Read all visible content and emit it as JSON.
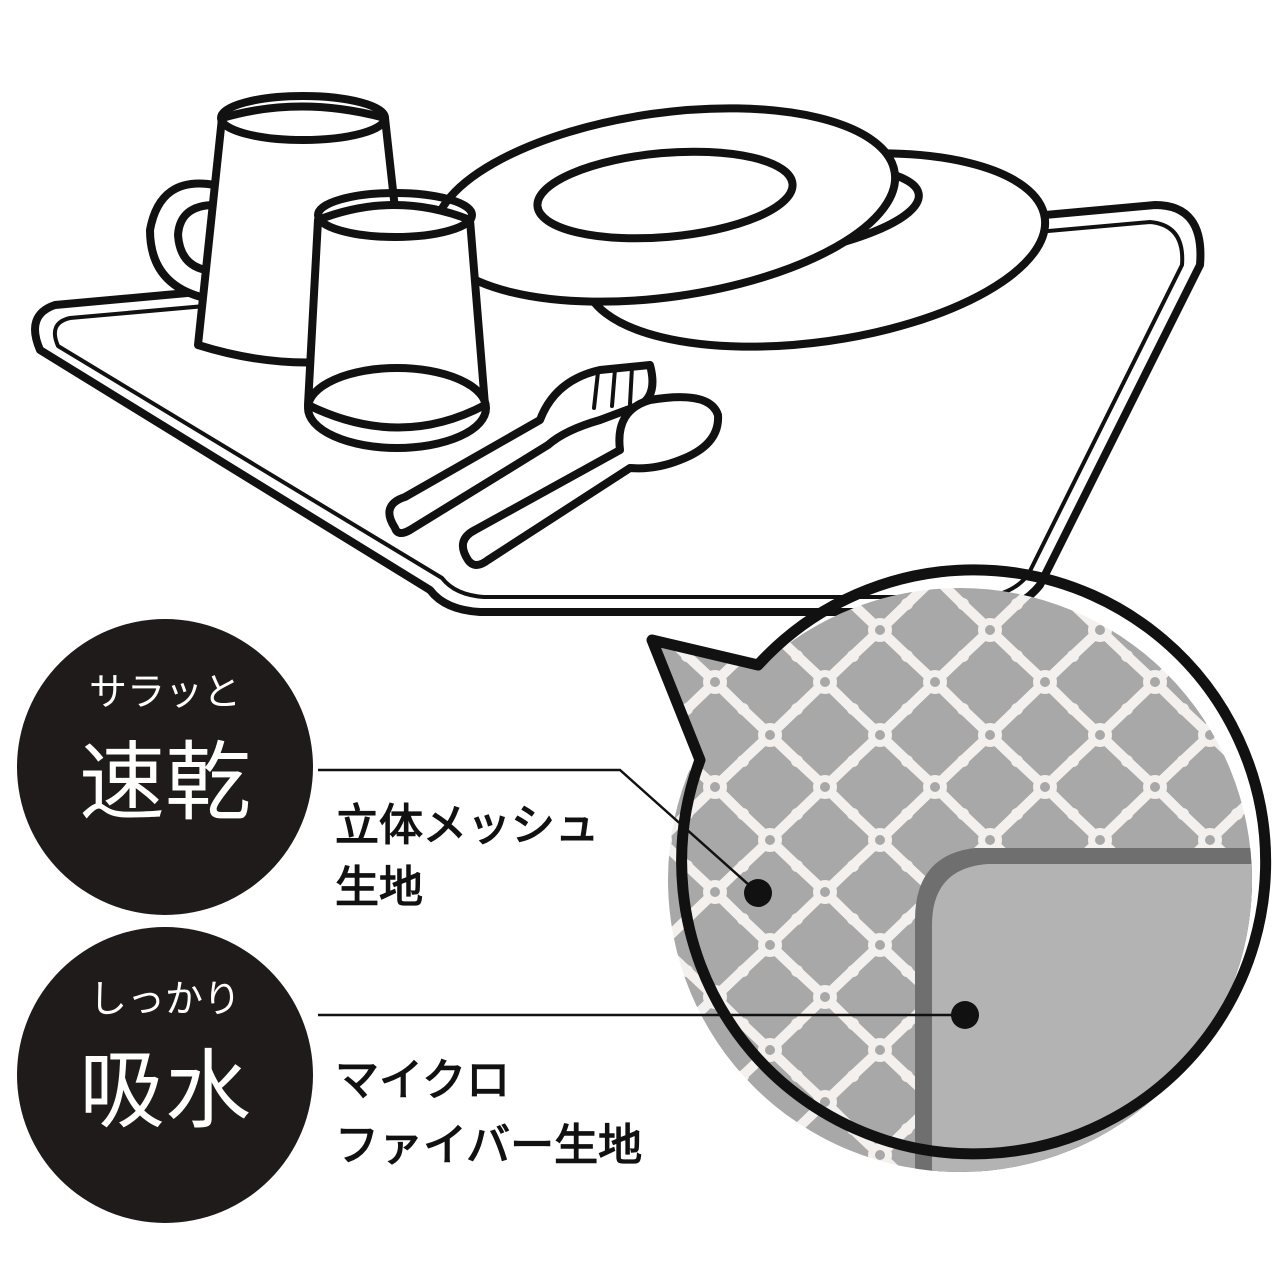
{
  "feature_quick_dry": {
    "small_label": "サラッと",
    "big_label": "速乾",
    "caption_line1": "立体メッシュ",
    "caption_line2": "生地"
  },
  "feature_absorb": {
    "small_label": "しっかり",
    "big_label": "吸水",
    "caption_line1": "マイクロ",
    "caption_line2": "ファイバー生地"
  },
  "colors": {
    "badge": "#1f1b1a",
    "line": "#111111",
    "mesh_gray": "#a8a8a8",
    "fabric_gray": "#b3b3b3"
  },
  "icons": [
    "tray-illustration",
    "mug-icon",
    "glass-icon",
    "plate-icon",
    "fork-icon",
    "spoon-icon",
    "mesh-zoom-bubble"
  ]
}
